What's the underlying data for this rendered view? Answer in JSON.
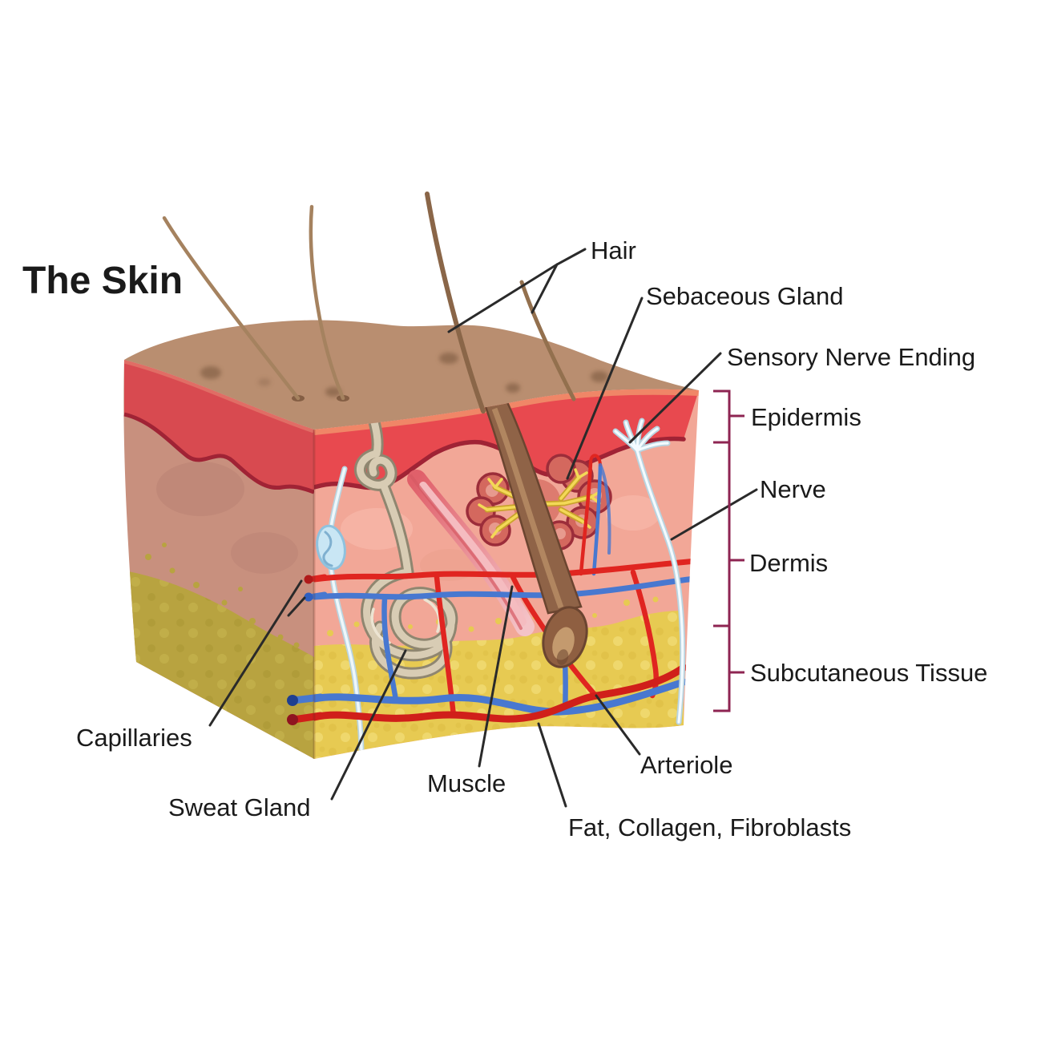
{
  "title": "The Skin",
  "labels": {
    "hair": "Hair",
    "sebaceous_gland": "Sebaceous Gland",
    "sensory_nerve_ending": "Sensory Nerve Ending",
    "epidermis": "Epidermis",
    "nerve": "Nerve",
    "dermis": "Dermis",
    "subcutaneous_tissue": "Subcutaneous Tissue",
    "capillaries": "Capillaries",
    "sweat_gland": "Sweat Gland",
    "muscle": "Muscle",
    "arteriole": "Arteriole",
    "fat_collagen_fibroblasts": "Fat, Collagen, Fibroblasts"
  },
  "colors": {
    "background": "#ffffff",
    "text": "#1a1a1a",
    "leader_line": "#2a2a2a",
    "bracket": "#8e2452",
    "top_face_tan": "#b98e70",
    "pore_brown": "#7d5a40",
    "epidermis_red_front": "#e8494f",
    "epidermis_edge_salmon": "#f08a68",
    "epidermis_red_side": "#d84a50",
    "epidermis_wavy_line": "#a02335",
    "dermis_pink_front": "#f2a797",
    "dermis_mauve_side": "#c8907e",
    "subcutaneous_yellow_front": "#e7ca52",
    "subcutaneous_olive_side": "#b8a340",
    "fat_dot_dark": "#d9b93f",
    "fat_dot_light": "#f5e584",
    "artery_red": "#e02520",
    "artery_dark_red": "#b01a1a",
    "vein_blue": "#4878d0",
    "vein_dark_blue": "#2f5fc0",
    "nerve_fiber_white": "#f4fbff",
    "nerve_fiber_edge": "#b9d4e0",
    "sweat_gland_tube_edge": "#8f8670",
    "sweat_gland_tube": "#d8ccb4",
    "muscle_pink": "#e87880",
    "muscle_highlight": "#f5bcc0",
    "hair_brown": "#8a6648",
    "hair_light_brown": "#a5825f",
    "follicle_brown": "#8f6347",
    "follicle_outline": "#6b4530",
    "follicle_inner": "#c49a6e",
    "sebaceous_fill": "#d4685e",
    "sebaceous_outline": "#9c2d3a",
    "sebaceous_duct_yellow": "#f3d957",
    "pacinian_fill": "#c9e6f4",
    "pacinian_outline": "#8fc2de"
  }
}
